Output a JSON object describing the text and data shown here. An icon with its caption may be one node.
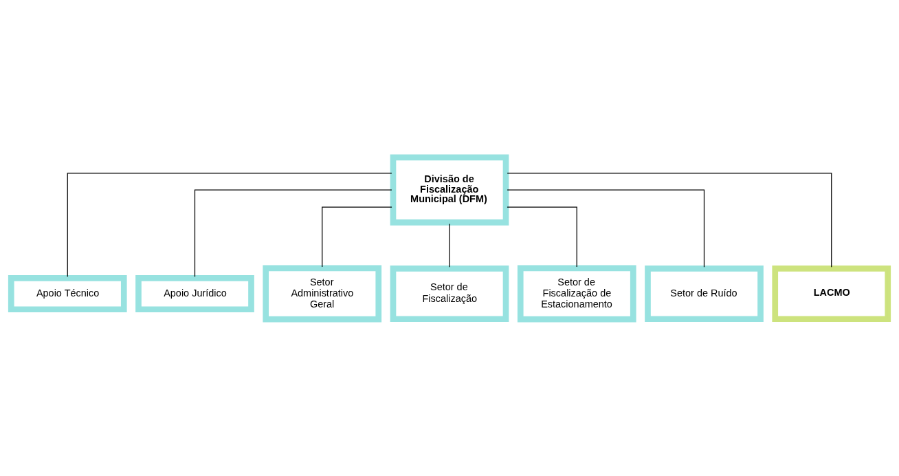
{
  "diagram": {
    "nodes": [
      {
        "text": [
          "Divisão de Fiscalização Municipal (DFM)"
        ]
      },
      {
        "text": [
          "Apoio Técnico"
        ]
      },
      {
        "text": [
          "Apoio Jurídico"
        ]
      },
      {
        "text": [
          "Setor Administrativo Geral"
        ]
      },
      {
        "text": [
          "Setor de Fiscalização"
        ]
      },
      {
        "text": [
          "Setor de Fiscalização de Estacionamento"
        ]
      },
      {
        "text": [
          "Setor de Ruído"
        ]
      },
      {
        "text": [
          "LACMO"
        ]
      }
    ],
    "edges": [
      {
        "from": 0,
        "to": 1,
        "arrow": "none"
      },
      {
        "from": 0,
        "to": 2,
        "arrow": "none"
      },
      {
        "from": 0,
        "to": 3,
        "arrow": "none"
      },
      {
        "from": 0,
        "to": 4,
        "arrow": "none"
      },
      {
        "from": 0,
        "to": 5,
        "arrow": "none"
      },
      {
        "from": 0,
        "to": 6,
        "arrow": "none"
      },
      {
        "from": 0,
        "to": 7,
        "arrow": "none"
      }
    ]
  }
}
